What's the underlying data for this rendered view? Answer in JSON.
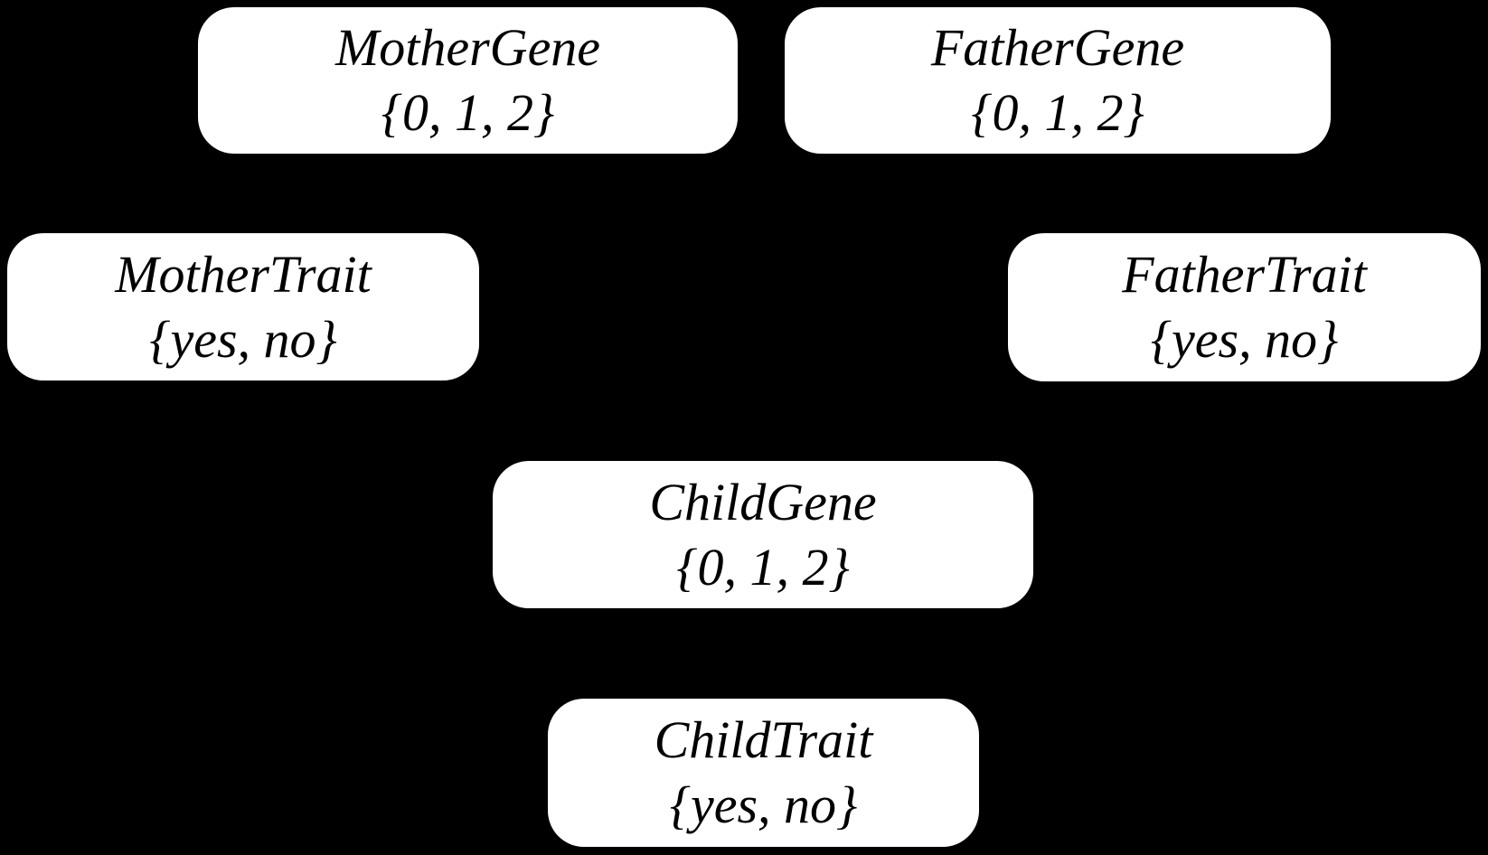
{
  "canvas": {
    "background": "#000000",
    "node_fill": "#ffffff",
    "node_text_color": "#000000"
  },
  "nodes": [
    {
      "id": "mother-gene",
      "name": "MotherGene",
      "domain": "{0, 1, 2}"
    },
    {
      "id": "father-gene",
      "name": "FatherGene",
      "domain": "{0, 1, 2}"
    },
    {
      "id": "mother-trait",
      "name": "MotherTrait",
      "domain": "{yes, no}"
    },
    {
      "id": "father-trait",
      "name": "FatherTrait",
      "domain": "{yes, no}"
    },
    {
      "id": "child-gene",
      "name": "ChildGene",
      "domain": "{0, 1, 2}"
    },
    {
      "id": "child-trait",
      "name": "ChildTrait",
      "domain": "{yes, no}"
    }
  ]
}
